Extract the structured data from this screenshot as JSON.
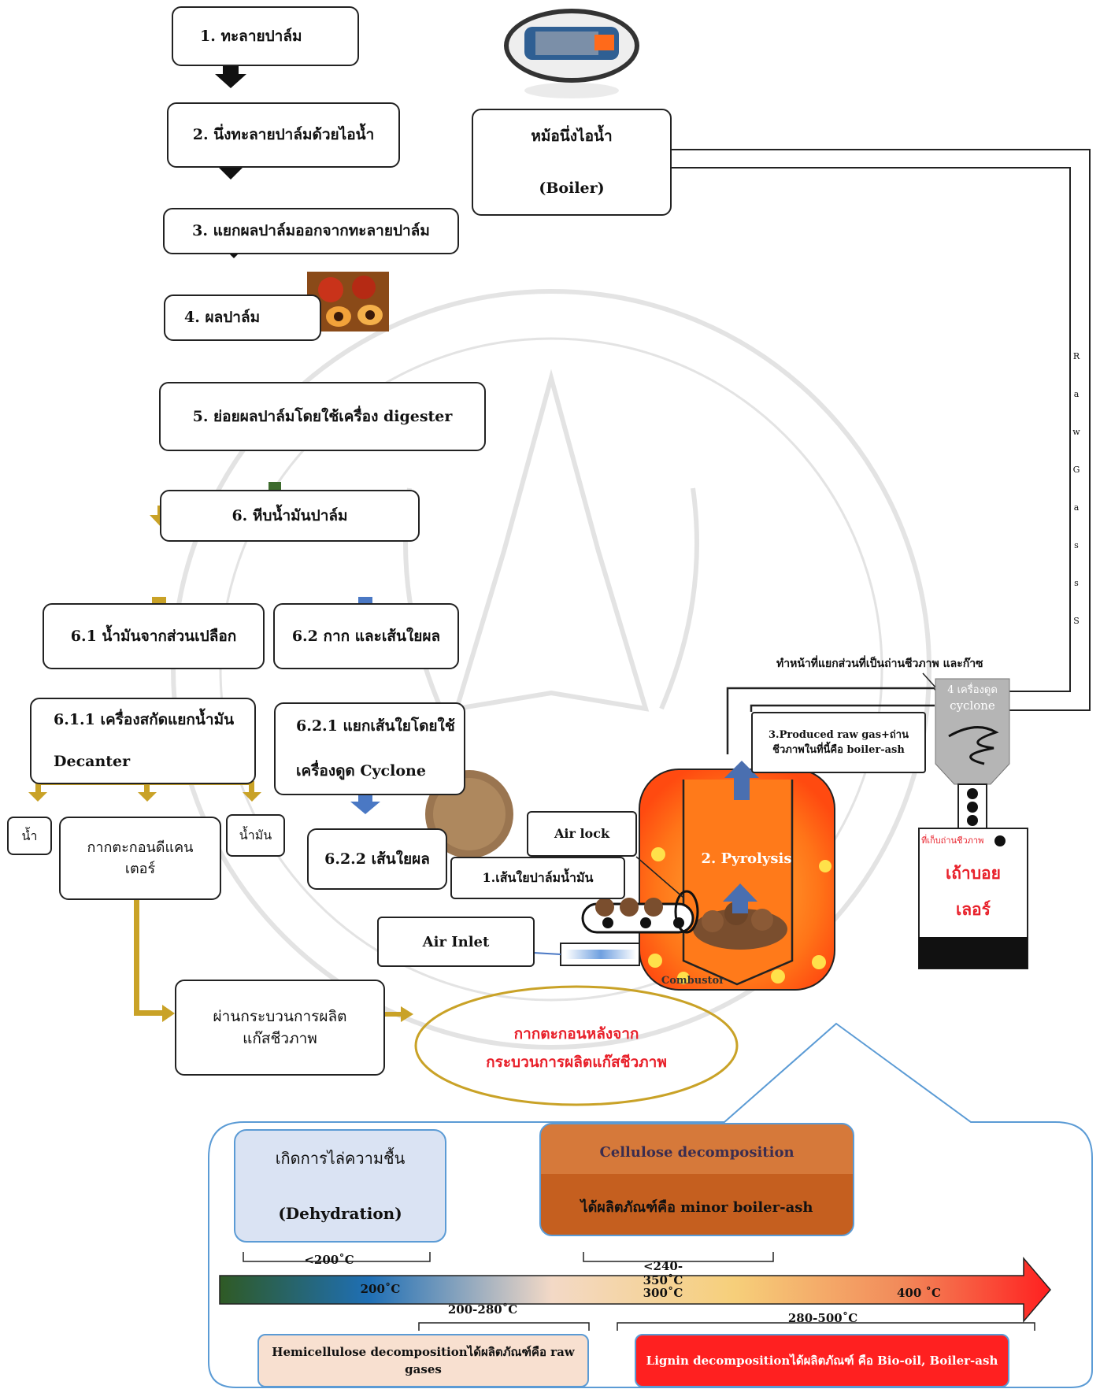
{
  "flow": {
    "s1": "1. ทะลายปาล์ม",
    "s2": "2. นึ่งทะลายปาล์มด้วยไอน้ำ",
    "s3": "3. แยกผลปาล์มออกจากทะลายปาล์ม",
    "s4": "4. ผลปาล์ม",
    "s5": "5. ย่อยผลปาล์มโดยใช้เครื่อง digester",
    "s6": "6. หีบน้ำมันปาล์ม",
    "s61": "6.1 น้ำมันจากส่วนเปลือก",
    "s62": "6.2 กาก และเส้นใยผล",
    "s611_a": "6.1.1 เครื่องสกัดแยกน้ำมัน",
    "s611_b": "Decanter",
    "s621_a": "6.2.1 แยกเส้นใยโดยใช้",
    "s621_b": "เครื่องดูด Cyclone",
    "s622": "6.2.2 เส้นใยผล",
    "water": "น้ำ",
    "oil": "น้ำมัน",
    "cake_a": "กากตะกอนดีแคน",
    "cake_b": "เตอร์",
    "biogas_a": "ผ่านกระบวนการผลิต",
    "biogas_b": "แก๊สชีวภาพ",
    "residue_a": "กากตะกอนหลังจาก",
    "residue_b": "กระบวนการผลิตแก๊สชีวภาพ"
  },
  "boiler": {
    "name": "หม้อนึ่งไอน้ำ",
    "en": "(Boiler)",
    "raw_gas_letters": [
      "R",
      "a",
      "w",
      "G",
      "a",
      "s",
      "s",
      "S"
    ]
  },
  "plant": {
    "cyclone_note": "ทำหน้าที่แยกส่วนที่เป็นถ่านชีวภาพ และก๊าซ",
    "cyclone_a": "4 เครื่องดูด",
    "cyclone_b": "cyclone",
    "produced_a": "3.Produced raw gas+ถ่าน",
    "produced_b": "ชีวภาพในที่นี้คือ boiler-ash",
    "air_lock": "Air lock",
    "fiber": "1.เส้นใยปาล์มน้ำมัน",
    "air_inlet": "Air Inlet",
    "pyrolysis": "2. Pyrolysis",
    "combustor": "Combustor",
    "ash_store": "ที่เก็บถ่านชีวภาพ",
    "ash_a": "เถ้าบอย",
    "ash_b": "เลอร์"
  },
  "stages": {
    "dehydration_a": "เกิดการไล่ความชื้น",
    "dehydration_b": "(Dehydration)",
    "cellulose_a": "Cellulose decomposition",
    "cellulose_b": "ได้ผลิตภัณฑ์คือ minor boiler-ash",
    "hemicellulose": "Hemicellulose decompositionได้ผลิตภัณฑ์คือ raw gases",
    "lignin": "Lignin decompositionได้ผลิตภัณฑ์ คือ Bio-oil, Boiler-ash",
    "r_lt200": "<200˚C",
    "r_240_350": "<240-350˚C",
    "r_200_280": "200-280˚C",
    "r_280_500": "280-500˚C",
    "t200": "200˚C",
    "t300": "300˚C",
    "t400": "400 ˚C"
  },
  "colors": {
    "gold": "#c9a227",
    "blue": "#4a78c4",
    "red": "#e8202a",
    "orange": "#ff7a1a",
    "panel_border": "#5b9bd5"
  }
}
